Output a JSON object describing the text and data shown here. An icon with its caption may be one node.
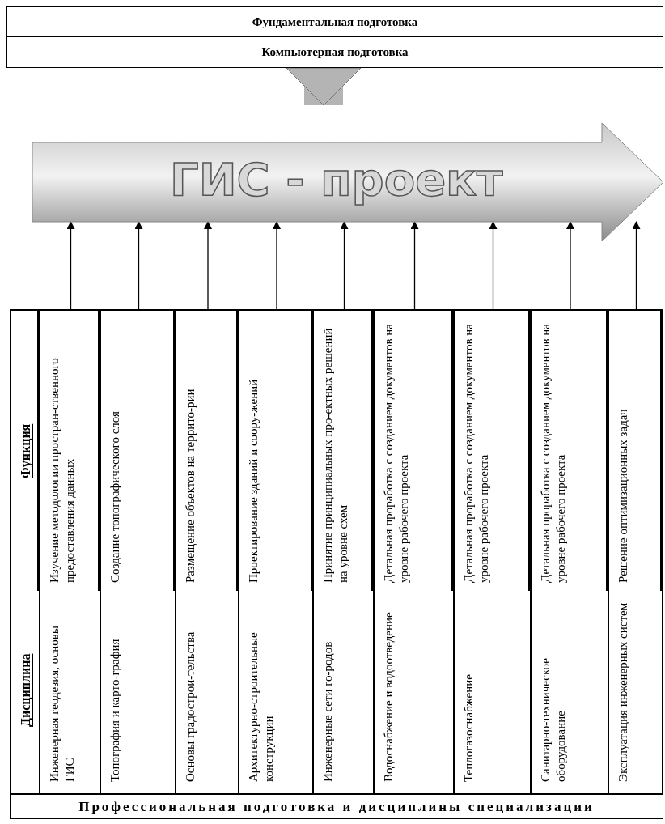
{
  "diagram": {
    "nodes": [
      {
        "text": [
          "Фундаментальная подготовка"
        ]
      },
      {
        "text": [
          "Компьютерная подготовка"
        ]
      },
      {
        "text": [
          "ГИС - проект"
        ]
      },
      {
        "text": [
          "Функция",
          "Дисциплина"
        ]
      },
      {
        "text": [
          "Изучение методологии простран-ственного предоставления данных",
          "Инженерная геодезия, основы ГИС"
        ]
      },
      {
        "text": [
          "Создание топографического слоя",
          "Топография и карто-графия"
        ]
      },
      {
        "text": [
          "Размещение объектов на террито-рии",
          "Основы градострои-тельства"
        ]
      },
      {
        "text": [
          "Проектирование зданий и соору-жений",
          "Архитектурно-строительные конструкции"
        ]
      },
      {
        "text": [
          "Принятие принципиальных про-ектных решений на уровне схем",
          "Инженерные сети го-родов"
        ]
      },
      {
        "text": [
          "Детальная проработка с созданием документов на уровне рабочего проекта",
          "Водоснабжение и водоотведение"
        ]
      },
      {
        "text": [
          "Детальная проработка с созданием документов на уровне рабочего проекта",
          "Теплогазоснабжение"
        ]
      },
      {
        "text": [
          "Детальная проработка с созданием документов на уровне рабочего проекта",
          "Санитарно-техническое оборудование"
        ]
      },
      {
        "text": [
          "Решение оптимизационных задач",
          "Эксплуатация инженерных систем"
        ]
      },
      {
        "text": [
          "Профессиональная подготовка и дисциплины специализации"
        ]
      }
    ],
    "edges": [
      {
        "from": 1,
        "to": 2,
        "arrow": "to",
        "style": "thick",
        "color": "#b4b4b4"
      },
      {
        "from": 4,
        "to": 2,
        "arrow": "to"
      },
      {
        "from": 5,
        "to": 2,
        "arrow": "to"
      },
      {
        "from": 6,
        "to": 2,
        "arrow": "to"
      },
      {
        "from": 7,
        "to": 2,
        "arrow": "to"
      },
      {
        "from": 8,
        "to": 2,
        "arrow": "to"
      },
      {
        "from": 9,
        "to": 2,
        "arrow": "to"
      },
      {
        "from": 10,
        "to": 2,
        "arrow": "to"
      },
      {
        "from": 11,
        "to": 2,
        "arrow": "to"
      },
      {
        "from": 12,
        "to": 2,
        "arrow": "to"
      }
    ]
  }
}
